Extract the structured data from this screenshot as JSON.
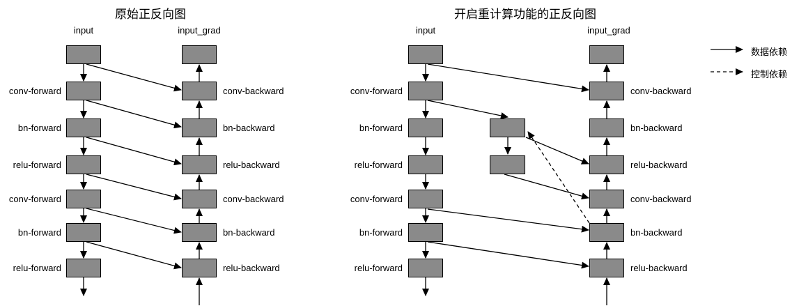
{
  "left_diagram": {
    "title": "原始正反向图",
    "forward_header": "input",
    "backward_header": "input_grad",
    "forward_labels": [
      "conv-forward",
      "bn-forward",
      "relu-forward",
      "conv-forward",
      "bn-forward",
      "relu-forward"
    ],
    "backward_labels": [
      "conv-backward",
      "bn-backward",
      "relu-backward",
      "conv-backward",
      "bn-backward",
      "relu-backward"
    ]
  },
  "right_diagram": {
    "title": "开启重计算功能的正反向图",
    "forward_header": "input",
    "backward_header": "input_grad",
    "forward_labels": [
      "conv-forward",
      "bn-forward",
      "relu-forward",
      "conv-forward",
      "bn-forward",
      "relu-forward"
    ],
    "backward_labels": [
      "conv-backward",
      "bn-backward",
      "relu-backward",
      "conv-backward",
      "bn-backward",
      "relu-backward"
    ]
  },
  "legend": {
    "data_dependency": "数据依赖",
    "control_dependency": "控制依赖"
  },
  "colors": {
    "background": "#ffffff",
    "box_fill": "#8a8a8a",
    "box_border": "#000000",
    "arrow": "#000000"
  }
}
